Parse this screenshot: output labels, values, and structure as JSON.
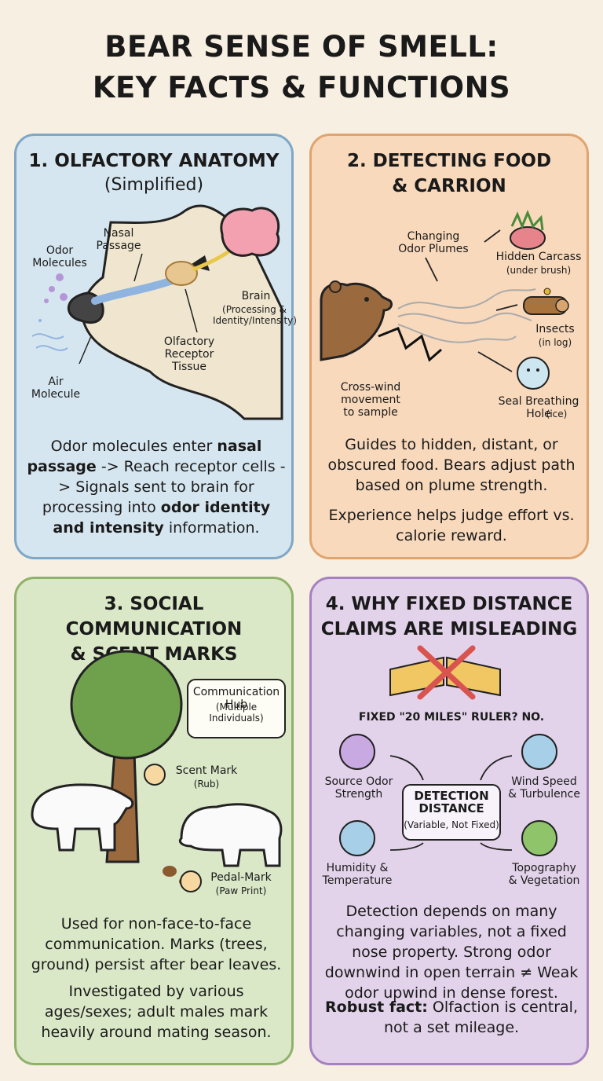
{
  "title": {
    "line1": "BEAR SENSE OF SMELL:",
    "line2": "KEY FACTS & FUNCTIONS"
  },
  "panel1": {
    "heading": "1. OLFACTORY ANATOMY",
    "subheading": "(Simplified)",
    "labels": {
      "odor_molecules": "Odor\nMolecules",
      "nasal_passage": "Nasal\nPassage",
      "brain": "Brain",
      "brain_note": "(Processing &\nIdentity/Intensity)",
      "olfactory_tissue": "Olfactory\nReceptor\nTissue",
      "air_molecule": "Air\nMolecule"
    },
    "text": {
      "t1": "Odor molecules enter ",
      "t1b": "nasal passage",
      "t2": " -> Reach receptor cells -> Signals sent to brain for processing into ",
      "t2b": "odor identity and intensity",
      "t3": " information."
    }
  },
  "panel2": {
    "heading": "2. DETECTING FOOD\n& CARRION",
    "labels": {
      "plumes": "Changing\nOdor Plumes",
      "carcass": "Hidden Carcass",
      "carcass_note": "(under brush)",
      "insects": "Insects",
      "insects_note": "(in log)",
      "crosswind": "Cross-wind\nmovement\nto sample",
      "seal": "Seal Breathing\nHole",
      "seal_note": "(ice)"
    },
    "text1": "Guides to hidden, distant, or obscured food. Bears adjust path based on plume strength.",
    "text2": "Experience helps judge effort vs. calorie reward."
  },
  "panel3": {
    "heading": "3. SOCIAL COMMUNICATION\n& SCENT MARKS",
    "labels": {
      "hub": "Communication\nHub",
      "hub_note": "(Multiple\nIndividuals)",
      "scent_mark": "Scent Mark",
      "scent_note": "(Rub)",
      "pedal_mark": "Pedal-Mark",
      "pedal_note": "(Paw Print)"
    },
    "text1": "Used for non-face-to-face communication. Marks (trees, ground) persist after bear leaves.",
    "text2": "Investigated by various ages/sexes; adult males mark heavily around mating season."
  },
  "panel4": {
    "heading": "4. WHY FIXED DISTANCE\nCLAIMS ARE MISLEADING",
    "ruler_caption": "FIXED \"20 MILES\" RULER? NO.",
    "labels": {
      "source": "Source Odor\nStrength",
      "wind": "Wind Speed\n& Turbulence",
      "center": "DETECTION\nDISTANCE",
      "center_note": "(Variable, Not Fixed)",
      "humidity": "Humidity &\nTemperature",
      "topo": "Topography\n& Vegetation"
    },
    "text1": "Detection depends on many changing variables, not a fixed nose property. Strong odor downwind in open terrain ≠ Weak odor upwind in dense forest.",
    "text2b": "Robust fact:",
    "text2": " Olfaction is central, not a set mileage."
  },
  "colors": {
    "panel1": "#d6e6f0",
    "panel2": "#f8d9bc",
    "panel3": "#dae8c7",
    "panel4": "#e2d3ea",
    "background": "#f6efe2",
    "cross": "#d9534f"
  }
}
